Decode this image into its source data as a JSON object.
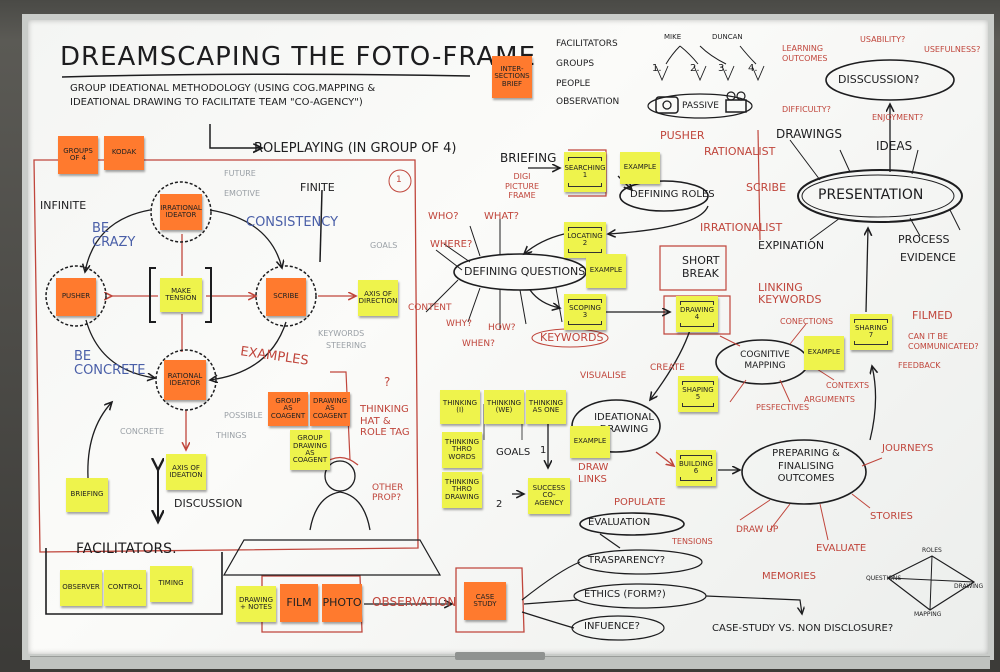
{
  "header": {
    "title": "DREAMSCAPING THE FOTO-FRAME",
    "subtitle_line1": "GROUP IDEATIONAL METHODOLOGY (USING COG.MAPPING &",
    "subtitle_line2": "IDEATIONAL DRAWING TO FACILITATE TEAM \"CO-AGENCY\")",
    "brief_note": "INTER-SECTIONS BRIEF",
    "brief_word": "BRIEF"
  },
  "legend": {
    "items": [
      "FACILITATORS",
      "GROUPS",
      "PEOPLE",
      "OBSERVATION"
    ],
    "name_mike": "MIKE",
    "name_duncan": "DUNCAN",
    "nums": [
      "1.",
      "2.",
      "3.",
      "4."
    ],
    "passive": "PASSIVE"
  },
  "left": {
    "groups_note": "GROUPS OF 4",
    "kodak_note": "KODAK",
    "roleplaying": "ROLEPLAYING (IN GROUP OF 4)",
    "circle_num": "1",
    "infinite": "INFINITE",
    "finite": "FINITE",
    "be_crazy": "BE CRAZY",
    "consistency": "CONSISTENCY",
    "be_concrete": "BE CONCRETE",
    "examples": "EXAMPLES",
    "future": "FUTURE",
    "emotive": "EMOTIVE",
    "goals": "GOALS",
    "keywords": "KEYWORDS",
    "steering": "STEERING",
    "possible": "POSSIBLE",
    "things": "THINGS",
    "concrete": "CONCRETE",
    "discussion": "DISCUSSION",
    "notes_irr": "IRRATIONAL IDEATOR",
    "notes_rat": "RATIONAL IDEATOR",
    "pusher": "PUSHER",
    "make_tension": "MAKE TENSION",
    "scribe": "SCRIBE",
    "axis_direction": "AXIS OF DIRECTION",
    "axis_ideation": "AXIS OF IDEATION",
    "briefing_note": "BRIEFING",
    "group_coagent": "GROUP AS COAGENT",
    "drawing_coagent": "DRAWING AS COAGENT",
    "group_drawing_coagent": "GROUP DRAWING AS COAGENT",
    "thinking_hat": "THINKING HAT & ROLE TAG",
    "other_prop": "OTHER PROP?",
    "q_mark": "?"
  },
  "facilitators": {
    "label": "FACILITATORS.",
    "notes": [
      "OBSERVER",
      "CONTROL",
      "TIMING"
    ]
  },
  "observation": {
    "notes": [
      "DRAWING + NOTES",
      "FILM",
      "PHOTO"
    ],
    "label": "OBSERVATION",
    "case_study": "CASE STUDY"
  },
  "middle": {
    "briefing": "BRIEFING",
    "digi_frame": "DIGI PICTURE FRAME",
    "searching": "SEARCHING 1",
    "example": "EXAMPLE",
    "pusher": "PUSHER",
    "rationalist": "RATIONALIST",
    "scribe": "SCRIBE",
    "defining_roles": "DEFINING ROLES",
    "irrationalist": "IRRATIONALIST",
    "who": "WHO?",
    "what": "WHAT?",
    "where": "WHERE?",
    "locating": "LOCATING 2",
    "defining_questions": "DEFINING QUESTIONS",
    "content": "CONTENT",
    "why": "WHY?",
    "how": "HOW?",
    "when": "WHEN?",
    "scoping": "SCOPING 3",
    "keywords": "KEYWORDS",
    "short_break": "SHORT BREAK",
    "drawing4": "DRAWING 4",
    "linking": "LINKING KEYWORDS",
    "visualise": "VISUALISE",
    "create": "CREATE",
    "thinking_i": "THINKING (I)",
    "thinking_we": "THINKING (WE)",
    "thinking_one": "THINKING AS ONE",
    "thinking_words": "THINKING THRO WORDS",
    "thinking_drawing": "THINKING THRO DRAWING",
    "goals": "GOALS",
    "num1": "1",
    "num2": "2",
    "success": "SUCCESS CO-AGENCY",
    "ideational_drawing": "IDEATIONAL DRAWING",
    "draw_links": "DRAW LINKS",
    "populate": "POPULATE",
    "shaping": "SHAPING 5",
    "building": "BUILDING 6",
    "evaluation": "EVALUATION",
    "trasparency": "TRASPARENCY?",
    "ethics": "ETHICS (FORM?)",
    "infuence": "INFUENCE?",
    "case_vs": "CASE-STUDY VS. NON DISCLOSURE?"
  },
  "right": {
    "learning_outcomes": "LEARNING OUTCOMES",
    "usability": "USABILITY?",
    "usefulness": "USEFULNESS?",
    "discussion": "DISSCUSSION?",
    "difficulty": "DIFFICULTY?",
    "enjoyment": "ENJOYMENT?",
    "drawings": "DRAWINGS",
    "ideas": "IDEAS",
    "presentation": "PRESENTATION",
    "expination": "EXPINATION",
    "process": "PROCESS",
    "evidence": "EVIDENCE",
    "conections": "CONECTIONS",
    "cognitive_mapping": "COGNITIVE MAPPING",
    "pesfectives": "PESFECTIVES",
    "arguments": "ARGUMENTS",
    "contexts": "CONTEXTS",
    "sharing": "SHARING 7",
    "filmed": "FILMED",
    "cant_be": "CAN IT BE COMMUNICATED?",
    "feedback": "FEEDBACK",
    "journeys": "JOURNEYS",
    "preparing": "PREPARING & FINALISING OUTCOMES",
    "stories": "STORIES",
    "tensions": "TENSIONS",
    "draw_up": "DRAW UP",
    "evaluate": "EVALUATE",
    "memories": "MEMORIES",
    "mini_roles": "ROLES",
    "mini_questions": "QUESTIONS",
    "mini_drawing": "DRAWING",
    "mini_mapping": "MAPPING"
  },
  "colors": {
    "ink_black": "#1d1d1f",
    "ink_red": "#c0463c",
    "ink_blue": "#4a5fa8",
    "note_yellow": "#eef34c",
    "note_orange": "#ff7a2e"
  }
}
